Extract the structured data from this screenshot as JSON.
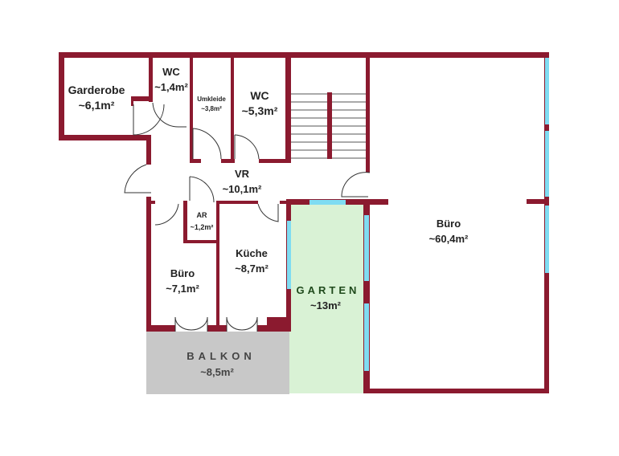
{
  "colors": {
    "wall": "#8b1a2f",
    "window": "#7fdcf2",
    "garden": "#d9f2d5",
    "balcony": "#c8c8c8",
    "garden_text": "#1f4a1c"
  },
  "rooms": {
    "garderobe": {
      "name": "Garderobe",
      "area": "~6,1m²"
    },
    "wc_small": {
      "name": "WC",
      "area": "~1,4m²"
    },
    "umkleide": {
      "name": "Umkleide",
      "area": "~3,8m²"
    },
    "wc_large": {
      "name": "WC",
      "area": "~5,3m²"
    },
    "vr": {
      "name": "VR",
      "area": "~10,1m²"
    },
    "ar": {
      "name": "AR",
      "area": "~1,2m²"
    },
    "buero_small": {
      "name": "Büro",
      "area": "~7,1m²"
    },
    "kueche": {
      "name": "Küche",
      "area": "~8,7m²"
    },
    "garten": {
      "name": "GARTEN",
      "area": "~13m²"
    },
    "balkon": {
      "name": "BALKON",
      "area": "~8,5m²"
    },
    "buero_large": {
      "name": "Büro",
      "area": "~60,4m²"
    }
  }
}
